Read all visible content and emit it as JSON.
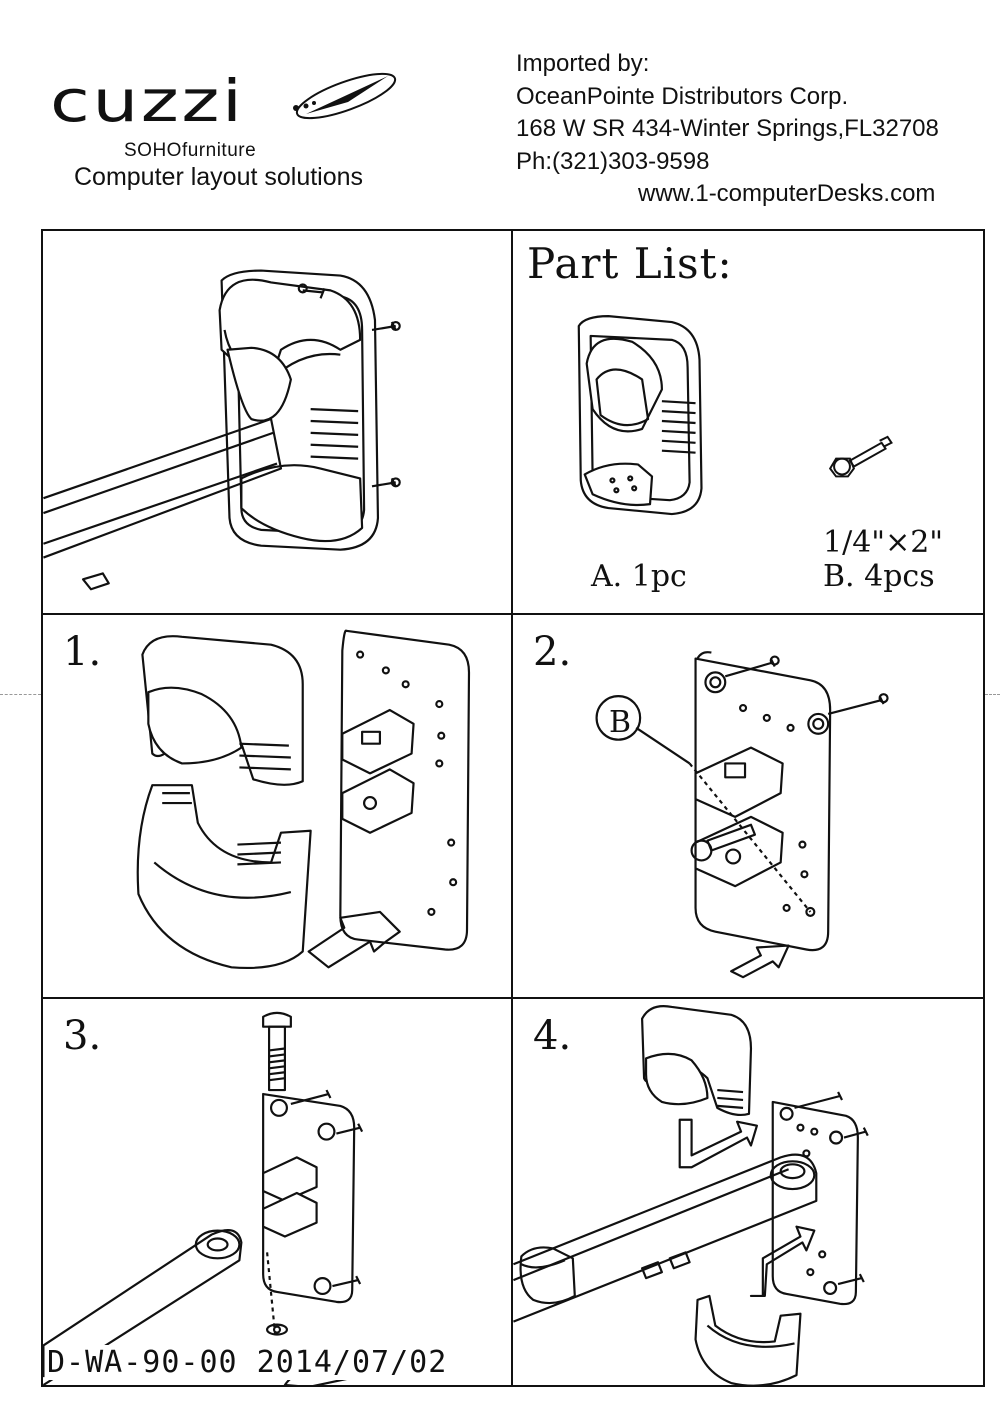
{
  "brand": {
    "name": "cuzzi",
    "sub_brand": "SOHOfurniture",
    "tagline": "Computer layout solutions"
  },
  "importer": {
    "line1": "Imported by:",
    "line2": "OceanPointe Distributors Corp.",
    "line3": "168 W SR 434-Winter Springs,FL32708",
    "line4": "Ph:(321)303-9598",
    "line5": "www.1-computerDesks.com"
  },
  "part_list": {
    "title": "Part List:",
    "part_a_label": "A. 1pc",
    "part_b_size": "1/4\"×2\"",
    "part_b_label": "B. 4pcs"
  },
  "steps": {
    "step1": "1.",
    "step2": "2.",
    "step3": "3.",
    "step4": "4.",
    "callout_b": "B"
  },
  "footer": {
    "doc_code": "D-WA-90-00 2014/07/02"
  },
  "icons": [
    "overview-assembly-drawing",
    "mount-cover-drawing",
    "bolt-drawing",
    "bracket-plate-drawing",
    "arrow-icon",
    "wrench-icon"
  ]
}
